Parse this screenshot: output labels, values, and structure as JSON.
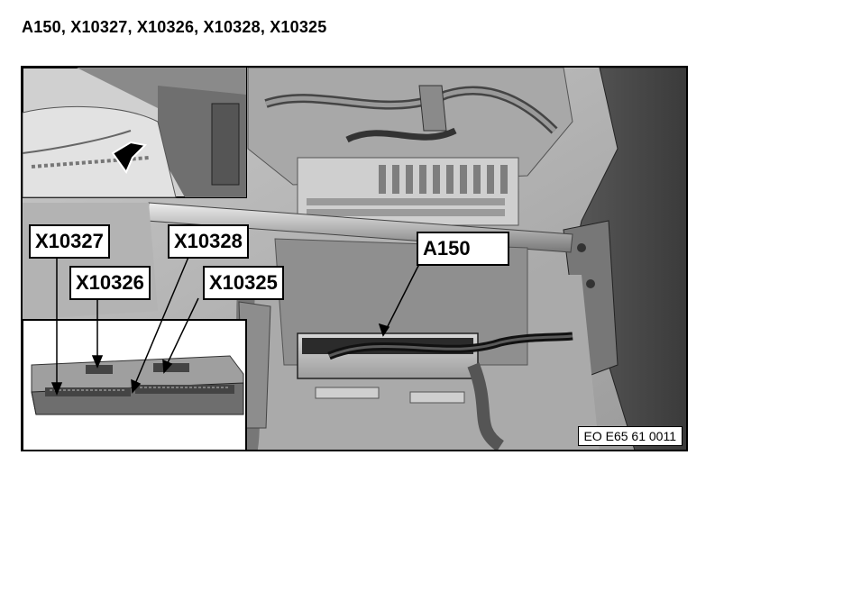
{
  "title": "A150, X10327, X10326, X10328, X10325",
  "callouts": {
    "a150": "A150",
    "x10327": "X10327",
    "x10328": "X10328",
    "x10326": "X10326",
    "x10325": "X10325"
  },
  "reference_code": "EO E65 61 0011"
}
